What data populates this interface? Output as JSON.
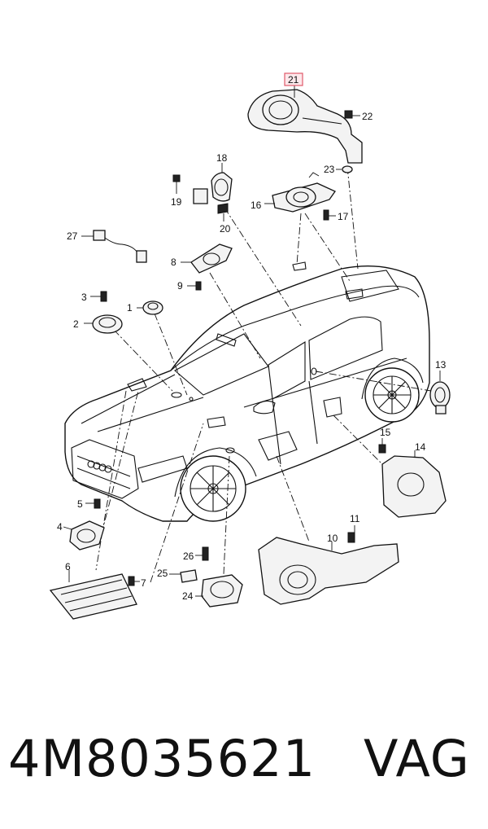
{
  "diagram": {
    "highlighted_callout": "21",
    "highlight_color": "#e05a6a",
    "callouts": {
      "c1": "1",
      "c2": "2",
      "c3": "3",
      "c4": "4",
      "c5": "5",
      "c6": "6",
      "c7": "7",
      "c8": "8",
      "c9": "9",
      "c10": "10",
      "c11": "11",
      "c13": "13",
      "c14": "14",
      "c15": "15",
      "c16": "16",
      "c17": "17",
      "c18": "18",
      "c19": "19",
      "c20": "20",
      "c22": "22",
      "c23": "23",
      "c24": "24",
      "c25": "25",
      "c26": "26",
      "c27": "27"
    }
  },
  "footer": {
    "part_number": "4M8035621",
    "brand": "VAG"
  }
}
